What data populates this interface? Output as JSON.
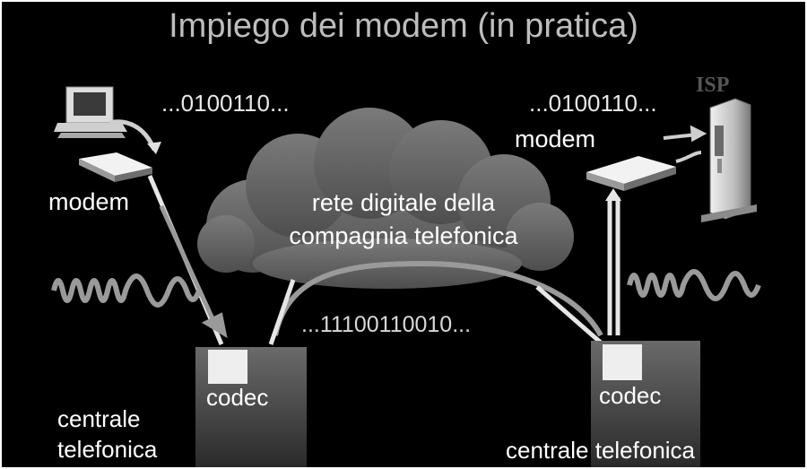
{
  "slide": {
    "title": "Impiego dei modem (in pratica)",
    "bit_stream_left": "...0100110...",
    "bit_stream_right": "...0100110...",
    "bit_stream_network": "...11100110010...",
    "modem_left_label": "modem",
    "modem_right_label": "modem",
    "cloud_label_line1": "rete digitale della",
    "cloud_label_line2": "compagnia telefonica",
    "codec_left_label": "codec",
    "codec_right_label": "codec",
    "exchange_left_line1": "centrale",
    "exchange_left_line2": "telefonica",
    "exchange_right_label": "centrale telefonica",
    "isp_label": "ISP"
  },
  "colors": {
    "background": "#000000",
    "title": "#bdbdbd",
    "cloud": "#6e6e6e",
    "text": "#ffffff",
    "link": "#e6e6e6",
    "signal": "#9a9a9a"
  },
  "icons": [
    "desktop-computer-icon",
    "modem-device-icon",
    "server-tower-icon",
    "analog-wave-icon",
    "cloud-shape",
    "codec-box"
  ]
}
